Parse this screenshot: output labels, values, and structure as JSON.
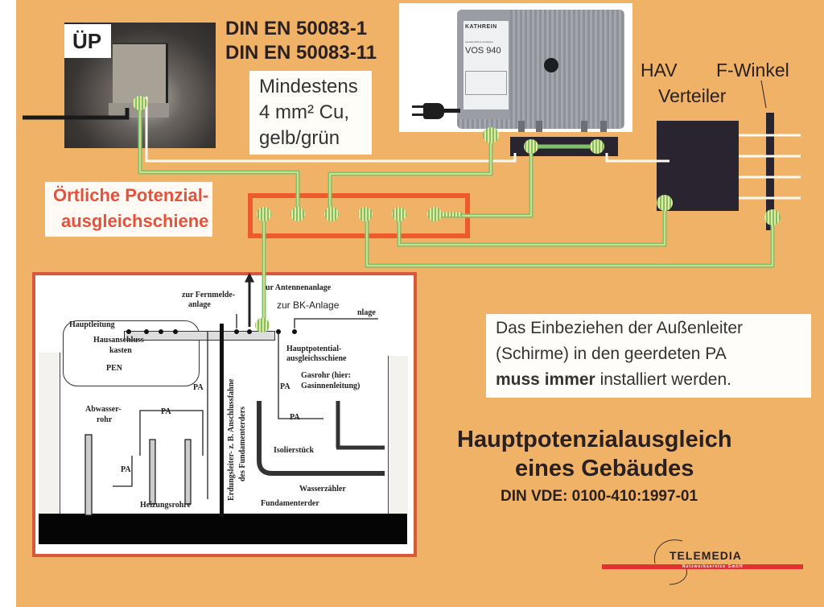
{
  "standards": {
    "line1": "DIN EN 50083-1",
    "line2": "DIN EN 50083-11"
  },
  "up_label": "ÜP",
  "cable_note": {
    "line1": "Mindestens",
    "line2": "4 mm² Cu,",
    "line3": "gelb/grün"
  },
  "amplifier": {
    "brand": "KATHREIN",
    "model": "VOS 940",
    "subtitle": "Hausanschluss-Verstärker"
  },
  "hav_label": {
    "line1": "HAV",
    "line2": "Verteiler"
  },
  "f_winkel_label": "F-Winkel",
  "busbar_label": {
    "line1": "Örtliche Potenzial-",
    "line2": "ausgleichschiene"
  },
  "inset": {
    "labels": {
      "fernmelde": [
        "zur Fernmelde-",
        "anlage"
      ],
      "antennen": "ur Antennenanlage",
      "bk": "zur BK-Anlage",
      "nlage": "nlage",
      "hauptleitung": "Hauptleitung",
      "hausanschluss": [
        "Hausanschluss-",
        "kasten"
      ],
      "pen": "PEN",
      "hauptpotential": [
        "Hauptpotential-",
        "ausgleichsschiene"
      ],
      "gasrohr": [
        "Gasrohr (hier:",
        "Gasinnenleitung)"
      ],
      "abwasser": [
        "Abwasser-",
        "rohr"
      ],
      "erdungsleiter": [
        "Erdungsleiter- z. B. Anschlussfahne",
        "des Fundamenterders"
      ],
      "isolierstueck": "Isolierstück",
      "wasserzaehler": "Wasserzähler",
      "heizungsrohre": "Heizungsrohre",
      "fundamenterder": "Fundamenterder",
      "pa": "PA"
    }
  },
  "info_box": {
    "line1": "Das Einbeziehen der Außenleiter",
    "line2": "(Schirme) in den geerdeten PA",
    "line3_bold": "muss immer",
    "line3_rest": " installiert werden."
  },
  "title": {
    "line1": "Hauptpotenzialausgleich",
    "line2": "eines Gebäudes",
    "line3": "DIN VDE: 0100-410:1997-01"
  },
  "logo": {
    "name": "TELEMEDIA",
    "tagline": "Netzwerkservice GmbH"
  },
  "colors": {
    "background": "#f0b267",
    "busbar_frame": "#ef5a2a",
    "busbar_text": "#e8503a",
    "inset_border": "#d9573a",
    "wire_green": "#7fc06a",
    "wire_yellow": "#e8e89a",
    "device_dark": "#2a2430",
    "logo_red": "#e33030"
  }
}
